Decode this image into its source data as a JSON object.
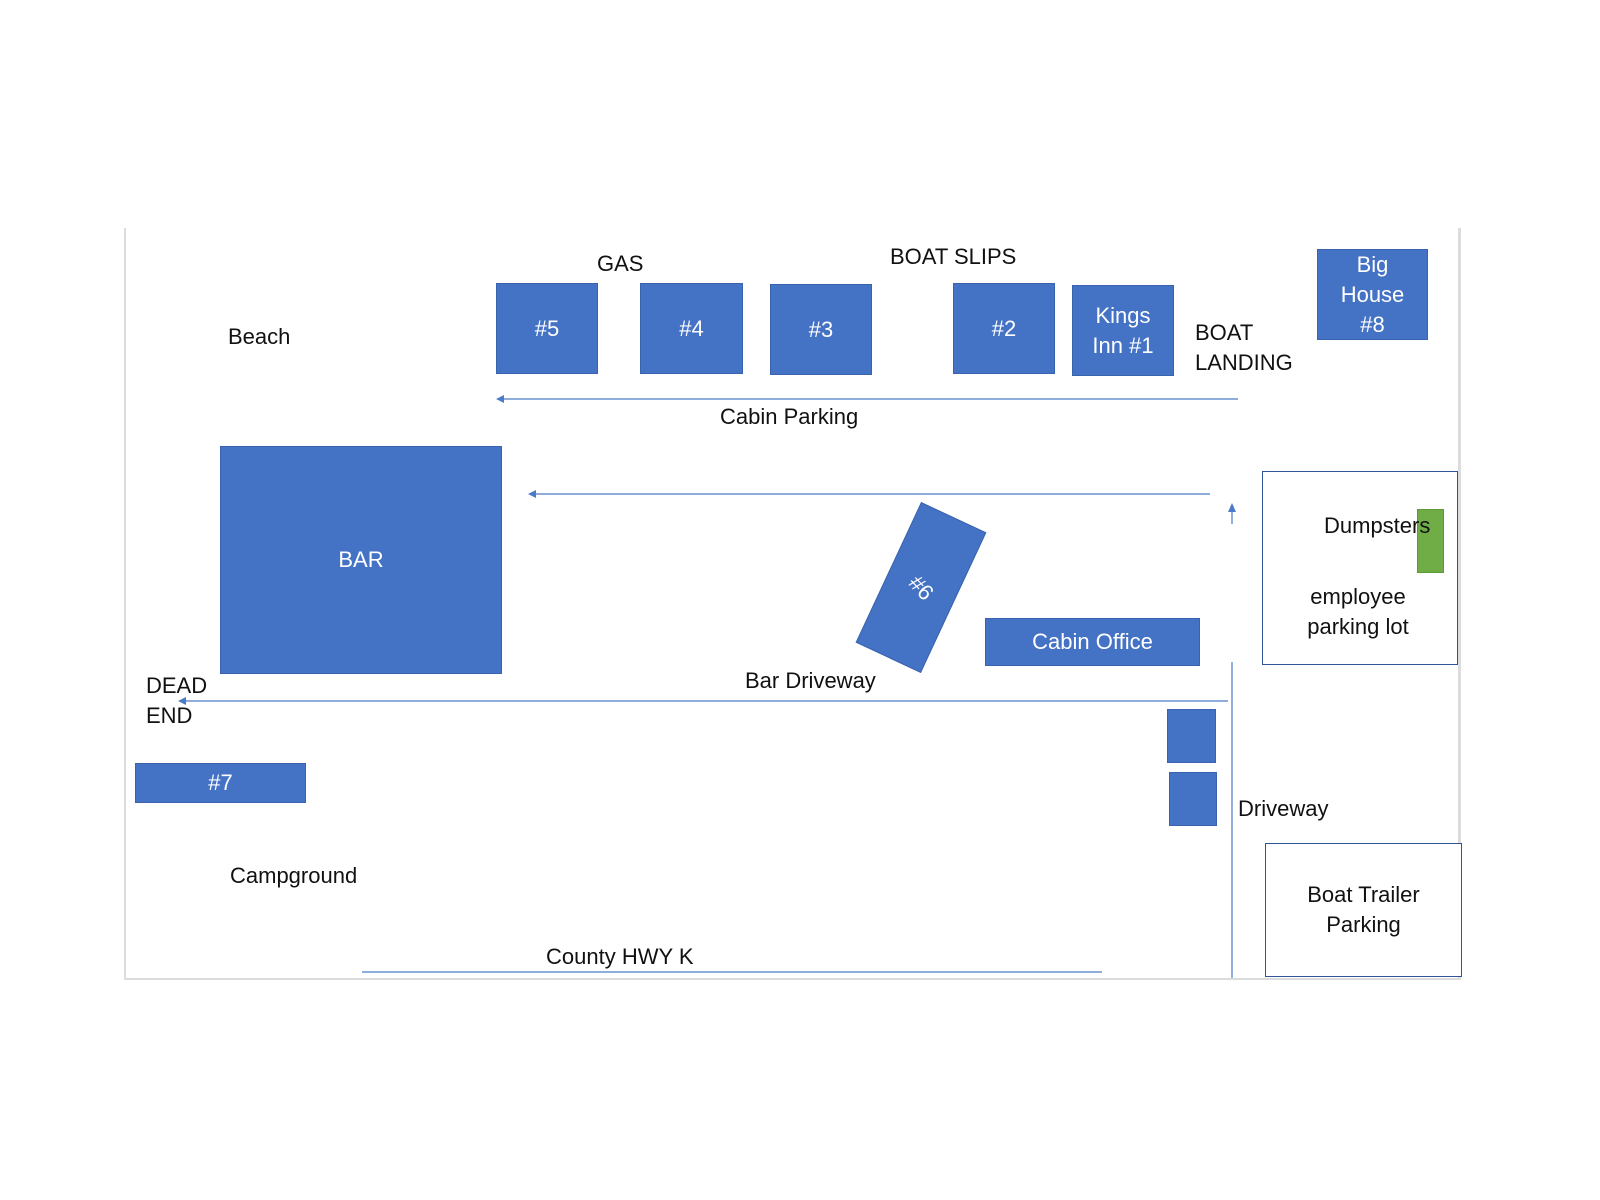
{
  "labels": {
    "gas": "GAS",
    "boat_slips": "BOAT SLIPS",
    "beach": "Beach",
    "boat_landing": "BOAT\nLANDING",
    "cabin_parking": "Cabin Parking",
    "dumpsters": "Dumpsters",
    "employee_parking": "employee\nparking lot",
    "bar_driveway": "Bar Driveway",
    "dead_end": "DEAD\nEND",
    "driveway": "Driveway",
    "campground": "Campground",
    "county_hwy": "County HWY K"
  },
  "buildings": {
    "cabin_5": "#5",
    "cabin_4": "#4",
    "cabin_3": "#3",
    "cabin_2": "#2",
    "kings_inn": "Kings\nInn #1",
    "big_house": "Big\nHouse\n#8",
    "bar": "BAR",
    "cabin_6": "#6",
    "cabin_office": "Cabin Office",
    "cabin_7": "#7"
  },
  "areas": {
    "boat_trailer_parking": "Boat Trailer\nParking"
  },
  "colors": {
    "building": "#4472c4",
    "dumpster": "#70ad47",
    "road_line": "#4a7bc8",
    "frame": "#dcdcdc"
  }
}
